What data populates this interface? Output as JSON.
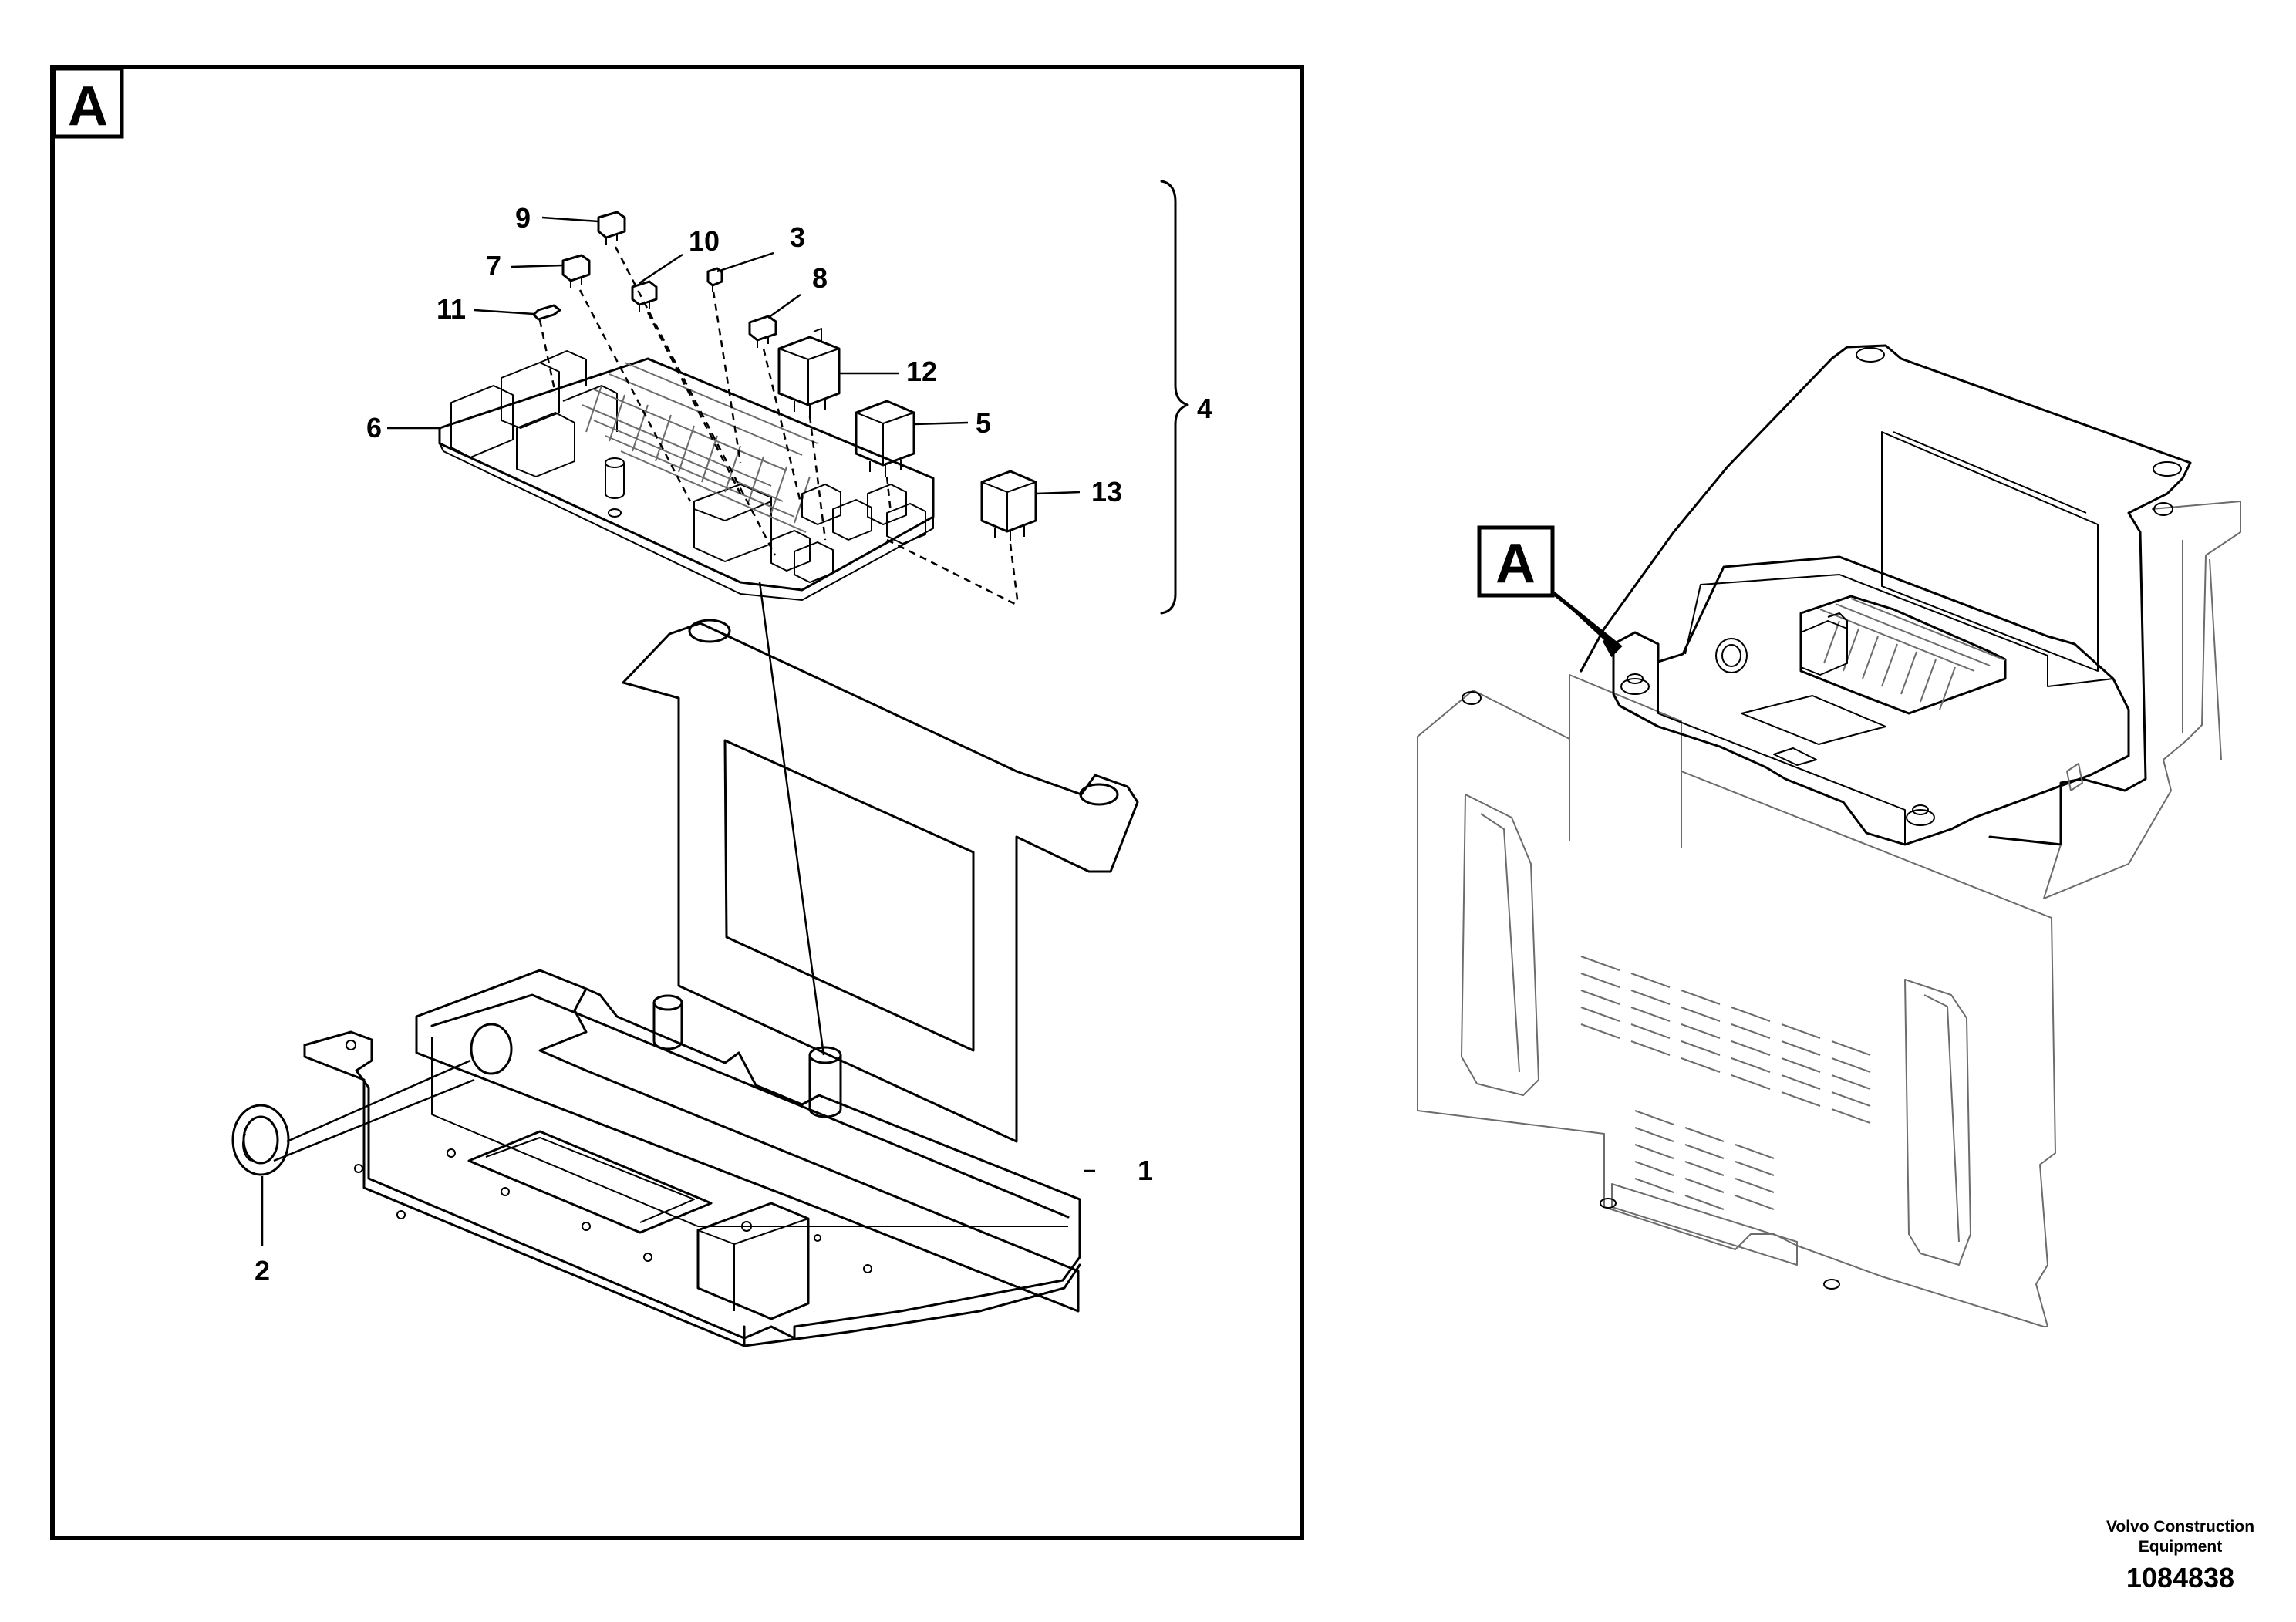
{
  "detail_view": {
    "label": "A"
  },
  "overview": {
    "label": "A"
  },
  "callouts": {
    "c1": "1",
    "c2": "2",
    "c3": "3",
    "c4": "4",
    "c5": "5",
    "c6": "6",
    "c7": "7",
    "c8": "8",
    "c9": "9",
    "c10": "10",
    "c11": "11",
    "c12": "12",
    "c13": "13"
  },
  "footer": {
    "company_line1": "Volvo Construction",
    "company_line2": "Equipment",
    "drawing_number": "1084838"
  }
}
